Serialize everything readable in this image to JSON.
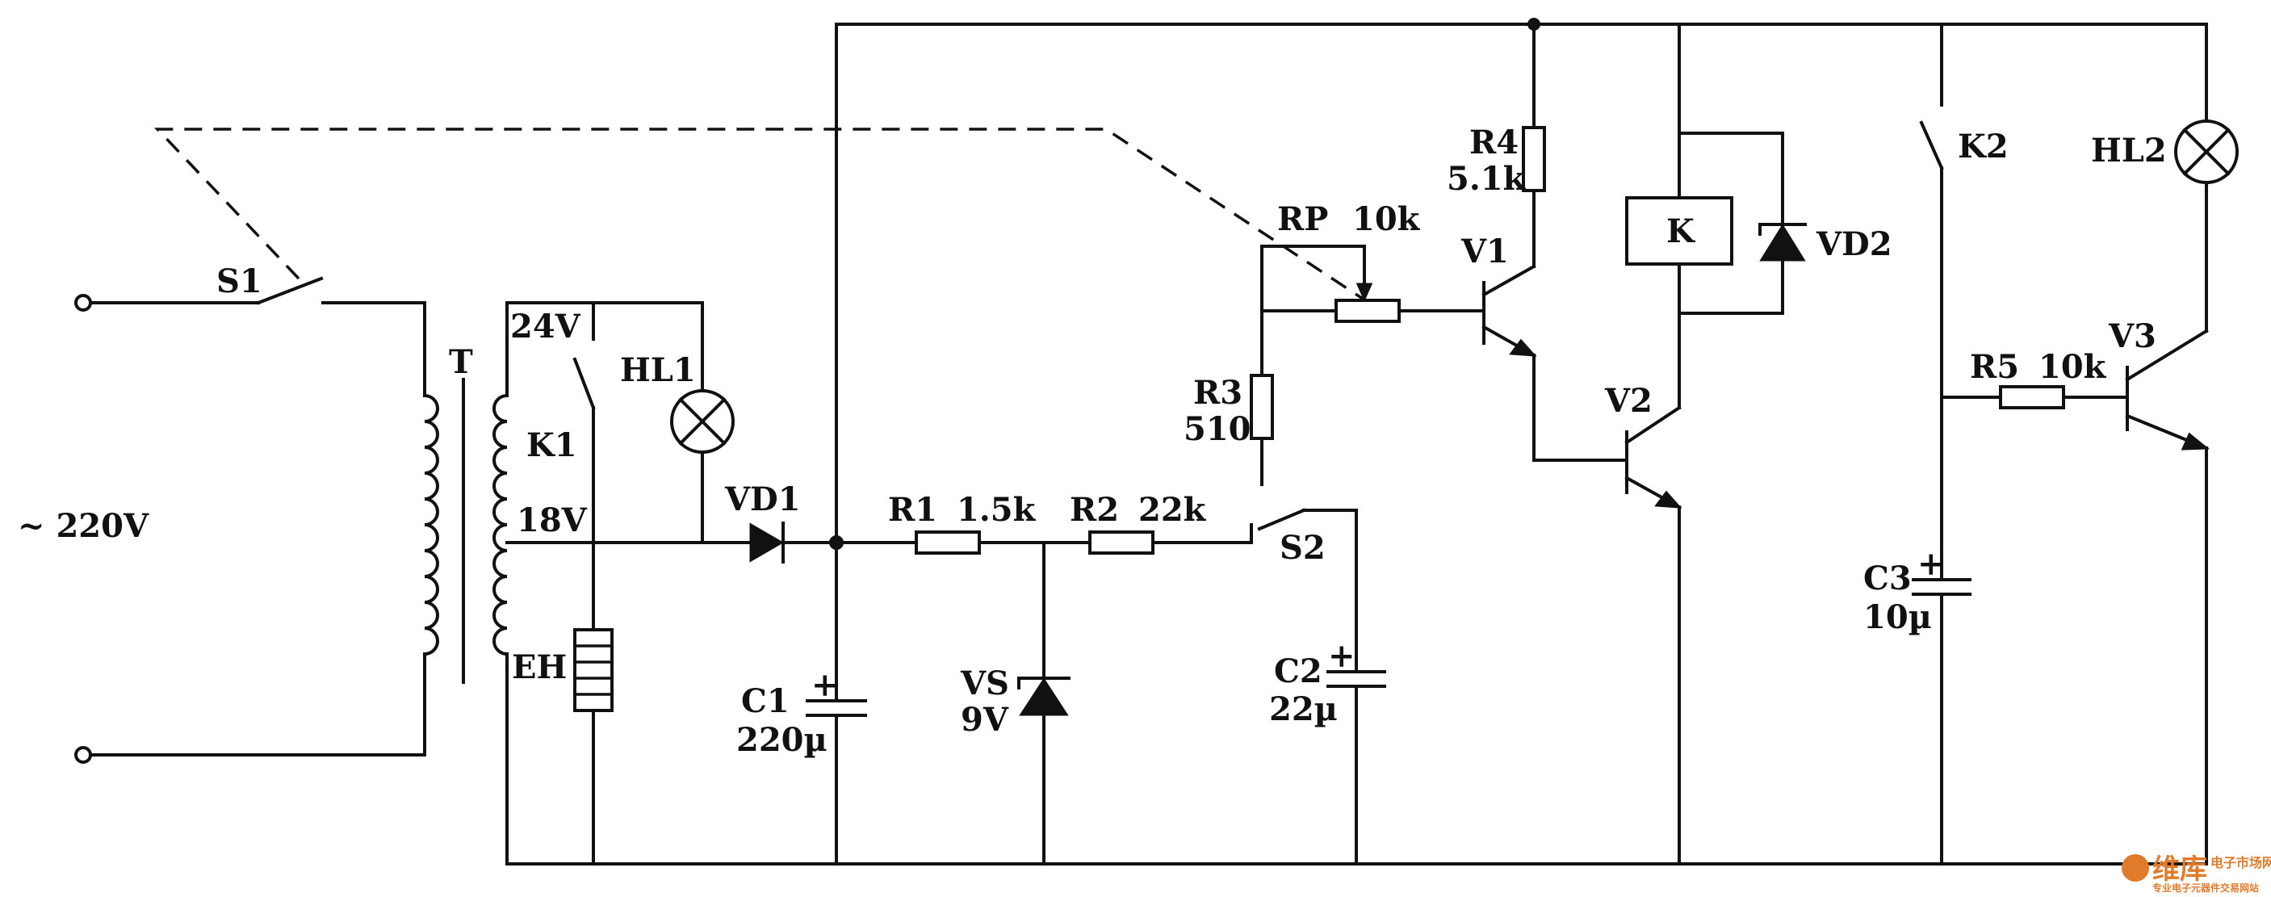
{
  "labels": {
    "s1": "S1",
    "t": "T",
    "ac": "~ 220V",
    "v24": "24V",
    "k1": "K1",
    "v18": "18V",
    "eh": "EH",
    "hl1": "HL1",
    "vd1": "VD1",
    "c1": "C1",
    "c1_val": "220µ",
    "r1": "R1",
    "r1_val": "1.5k",
    "r2": "R2",
    "r2_val": "22k",
    "vs": "VS",
    "vs_val": "9V",
    "s2": "S2",
    "c2": "C2",
    "c2_val": "22µ",
    "r3": "R3",
    "r3_val": "510",
    "rp": "RP",
    "rp_val": "10k",
    "r4": "R4",
    "r4_val": "5.1k",
    "v1": "V1",
    "v2": "V2",
    "k": "K",
    "vd2": "VD2",
    "k2": "K2",
    "hl2": "HL2",
    "r5": "R5",
    "r5_val": "10k",
    "v3": "V3",
    "c3": "C3",
    "c3_val": "10µ",
    "plus": "+"
  },
  "watermark": {
    "brand": "维库",
    "line1": "电子市场网",
    "line2": "专业电子元器件交易网站"
  },
  "colors": {
    "ink": "#111111",
    "background": "#ffffff",
    "watermark": "#e07b2c"
  }
}
